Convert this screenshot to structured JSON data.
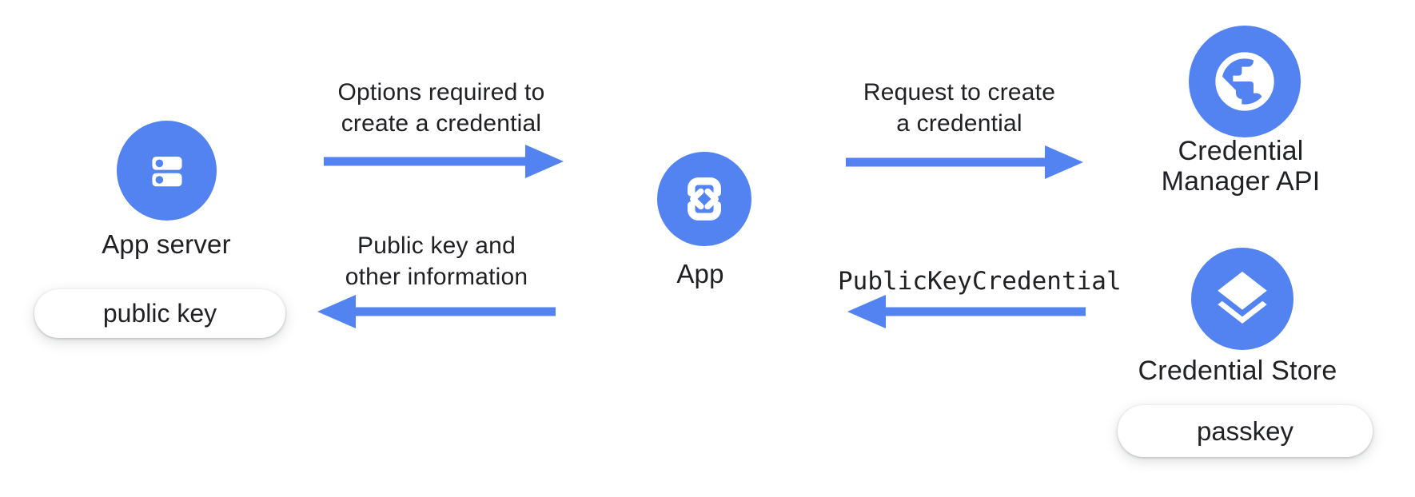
{
  "colors": {
    "accent": "#5383F0",
    "text": "#202124",
    "icon_foreground": "#FFFFFF",
    "pill_bg": "#FFFFFF",
    "background": "#FFFFFF"
  },
  "nodes": {
    "app_server": {
      "label": "App server",
      "badge": "public key",
      "icon": "server-icon"
    },
    "app": {
      "label": "App",
      "icon": "phone-code-icon"
    },
    "credential_manager": {
      "label_line1": "Credential",
      "label_line2": "Manager API",
      "icon": "globe-icon"
    },
    "credential_store": {
      "label": "Credential Store",
      "badge": "passkey",
      "icon": "layers-icon"
    }
  },
  "arrows": {
    "options": {
      "direction": "right",
      "label_line1": "Options required to",
      "label_line2": "create a credential"
    },
    "request": {
      "direction": "right",
      "label_line1": "Request to create",
      "label_line2": "a credential"
    },
    "public_key_credential": {
      "direction": "left",
      "label": "PublicKeyCredential"
    },
    "public_key_info": {
      "direction": "left",
      "label_line1": "Public key and",
      "label_line2": "other information"
    }
  }
}
